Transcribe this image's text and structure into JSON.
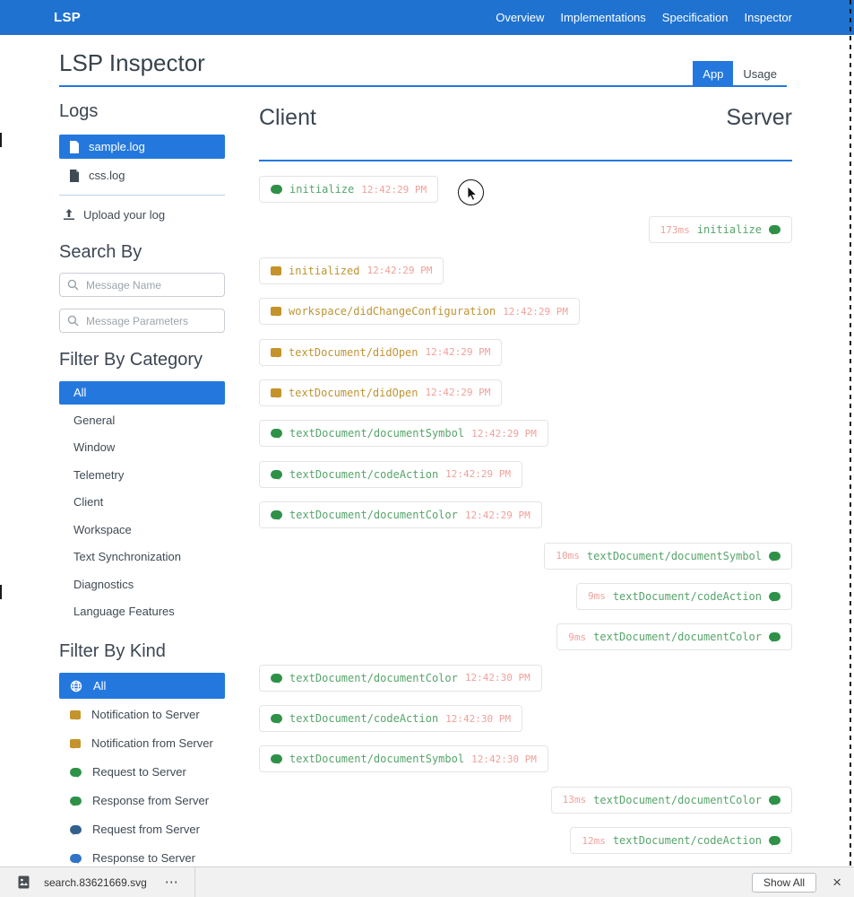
{
  "navbar": {
    "brand": "LSP",
    "links": [
      "Overview",
      "Implementations",
      "Specification",
      "Inspector"
    ]
  },
  "header": {
    "title": "LSP Inspector",
    "tabs": [
      {
        "label": "App",
        "active": true
      },
      {
        "label": "Usage",
        "active": false
      }
    ]
  },
  "sidebar": {
    "logs": {
      "heading": "Logs",
      "items": [
        {
          "label": "sample.log",
          "selected": true
        },
        {
          "label": "css.log",
          "selected": false
        }
      ],
      "upload_label": "Upload your log"
    },
    "search": {
      "heading": "Search By",
      "inputs": [
        {
          "placeholder": "Message Name"
        },
        {
          "placeholder": "Message Parameters"
        }
      ]
    },
    "category": {
      "heading": "Filter By Category",
      "selected": "All",
      "items": [
        "All",
        "General",
        "Window",
        "Telemetry",
        "Client",
        "Workspace",
        "Text Synchronization",
        "Diagnostics",
        "Language Features"
      ]
    },
    "kind": {
      "heading": "Filter By Kind",
      "items": [
        {
          "label": "All",
          "icon": "globe",
          "selected": true
        },
        {
          "label": "Notification to Server",
          "icon": "notification-to-server",
          "selected": false
        },
        {
          "label": "Notification from Server",
          "icon": "notification-from-server",
          "selected": false
        },
        {
          "label": "Request to Server",
          "icon": "request-to-server",
          "selected": false
        },
        {
          "label": "Response from Server",
          "icon": "response-from-server",
          "selected": false
        },
        {
          "label": "Request from Server",
          "icon": "request-from-server",
          "selected": false
        },
        {
          "label": "Response to Server",
          "icon": "response-to-server",
          "selected": false
        }
      ]
    }
  },
  "timeline": {
    "client_heading": "Client",
    "server_heading": "Server",
    "messages": [
      {
        "side": "client",
        "kind": "request-to-server",
        "name": "initialize",
        "time": "12:42:29 PM"
      },
      {
        "side": "server",
        "kind": "response-from-server",
        "name": "initialize",
        "duration": "173ms"
      },
      {
        "side": "client",
        "kind": "notification-to-server",
        "name": "initialized",
        "time": "12:42:29 PM"
      },
      {
        "side": "client",
        "kind": "notification-to-server",
        "name": "workspace/didChangeConfiguration",
        "time": "12:42:29 PM"
      },
      {
        "side": "client",
        "kind": "notification-to-server",
        "name": "textDocument/didOpen",
        "time": "12:42:29 PM"
      },
      {
        "side": "client",
        "kind": "notification-to-server",
        "name": "textDocument/didOpen",
        "time": "12:42:29 PM"
      },
      {
        "side": "client",
        "kind": "request-to-server",
        "name": "textDocument/documentSymbol",
        "time": "12:42:29 PM"
      },
      {
        "side": "client",
        "kind": "request-to-server",
        "name": "textDocument/codeAction",
        "time": "12:42:29 PM"
      },
      {
        "side": "client",
        "kind": "request-to-server",
        "name": "textDocument/documentColor",
        "time": "12:42:29 PM"
      },
      {
        "side": "server",
        "kind": "response-from-server",
        "name": "textDocument/documentSymbol",
        "duration": "10ms"
      },
      {
        "side": "server",
        "kind": "response-from-server",
        "name": "textDocument/codeAction",
        "duration": "9ms"
      },
      {
        "side": "server",
        "kind": "response-from-server",
        "name": "textDocument/documentColor",
        "duration": "9ms"
      },
      {
        "side": "client",
        "kind": "request-to-server",
        "name": "textDocument/documentColor",
        "time": "12:42:30 PM"
      },
      {
        "side": "client",
        "kind": "request-to-server",
        "name": "textDocument/codeAction",
        "time": "12:42:30 PM"
      },
      {
        "side": "client",
        "kind": "request-to-server",
        "name": "textDocument/documentSymbol",
        "time": "12:42:30 PM"
      },
      {
        "side": "server",
        "kind": "response-from-server",
        "name": "textDocument/documentColor",
        "duration": "13ms"
      },
      {
        "side": "server",
        "kind": "response-from-server",
        "name": "textDocument/codeAction",
        "duration": "12ms"
      }
    ]
  },
  "download_bar": {
    "filename": "search.83621669.svg",
    "menu": "⋯",
    "show_all": "Show All",
    "close": "×"
  },
  "colors": {
    "navbar_blue": "#1f72d0",
    "accent_blue": "#2478dd",
    "request_green": "#2f9148",
    "notification_gold": "#c4932b",
    "timestamp_salmon": "#f0a19a",
    "request_from_server_blue": "#33618d",
    "response_to_server_blue": "#2f74c8"
  }
}
